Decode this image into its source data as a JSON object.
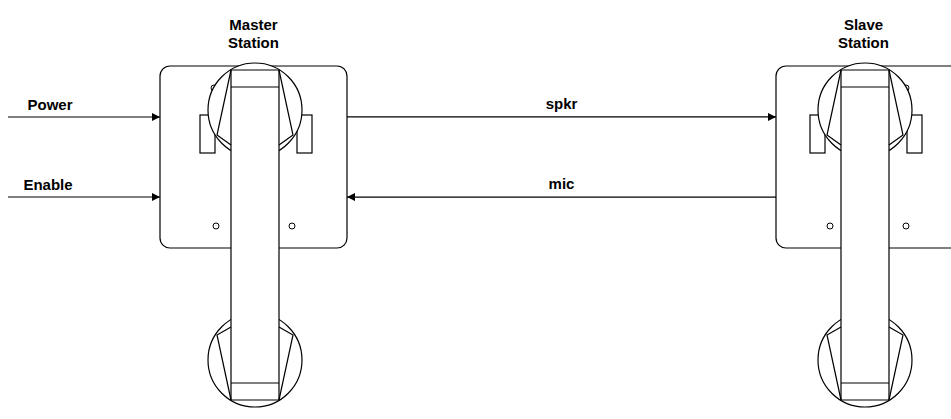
{
  "diagram": {
    "nodes": [
      {
        "text": [
          "Master Station"
        ]
      },
      {
        "text": [
          "Slave Station"
        ]
      }
    ],
    "edges": [
      {
        "from": 0,
        "to": 1,
        "label": "spkr",
        "arrow": "to"
      },
      {
        "from": 1,
        "to": 0,
        "label": "mic",
        "arrow": "to"
      }
    ],
    "labels": [
      "Power",
      "Enable"
    ]
  }
}
